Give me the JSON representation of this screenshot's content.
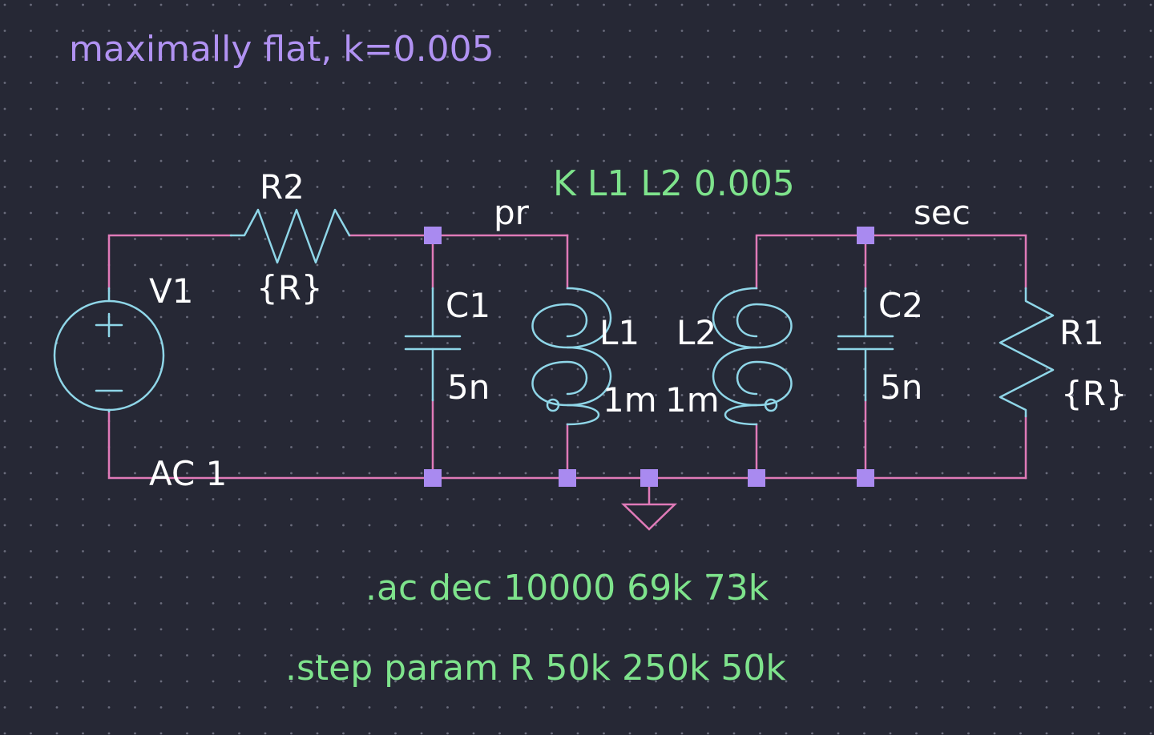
{
  "comment": "maximally flat, k=0.005",
  "coupling_directive": "K L1 L2 0.005",
  "ac_directive": ".ac dec 10000 69k 73k",
  "step_directive": ".step param R 50k 250k 50k",
  "nets": {
    "primary": "pr",
    "secondary": "sec"
  },
  "components": {
    "V1": {
      "name": "V1",
      "value": "AC 1"
    },
    "R2": {
      "name": "R2",
      "value": "{R}"
    },
    "C1": {
      "name": "C1",
      "value": "5n"
    },
    "L1": {
      "name": "L1",
      "value": "1m"
    },
    "L2": {
      "name": "L2",
      "value": "1m"
    },
    "C2": {
      "name": "C2",
      "value": "5n"
    },
    "R1": {
      "name": "R1",
      "value": "{R}"
    }
  },
  "colors": {
    "background": "#262835",
    "wire": "#e07ab8",
    "component": "#8fd6e8",
    "junction": "#a98af0",
    "label_text": "#ffffff",
    "directive_text": "#7ee38c",
    "comment_text": "#b192f2",
    "grid_dot": "#6a6c7c"
  }
}
